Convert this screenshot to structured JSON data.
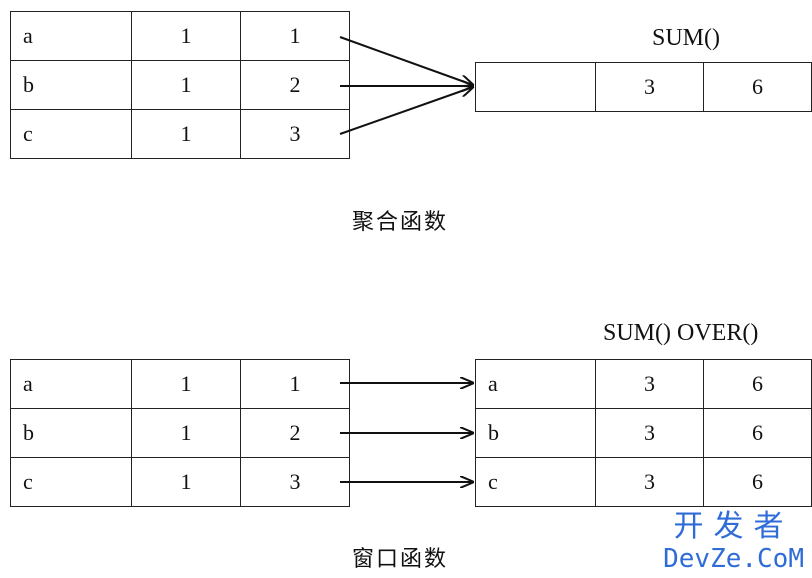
{
  "aggregate": {
    "input_rows": [
      [
        "a",
        "1",
        "1"
      ],
      [
        "b",
        "1",
        "2"
      ],
      [
        "c",
        "1",
        "3"
      ]
    ],
    "function_label": "SUM()",
    "output_row": [
      "",
      "3",
      "6"
    ],
    "caption": "聚合函数"
  },
  "window": {
    "input_rows": [
      [
        "a",
        "1",
        "1"
      ],
      [
        "b",
        "1",
        "2"
      ],
      [
        "c",
        "1",
        "3"
      ]
    ],
    "function_label": "SUM() OVER()",
    "output_rows": [
      [
        "a",
        "3",
        "6"
      ],
      [
        "b",
        "3",
        "6"
      ],
      [
        "c",
        "3",
        "6"
      ]
    ],
    "caption": "窗口函数"
  },
  "watermark": {
    "line1": "开发者",
    "line2": "DevZe.CoM"
  }
}
